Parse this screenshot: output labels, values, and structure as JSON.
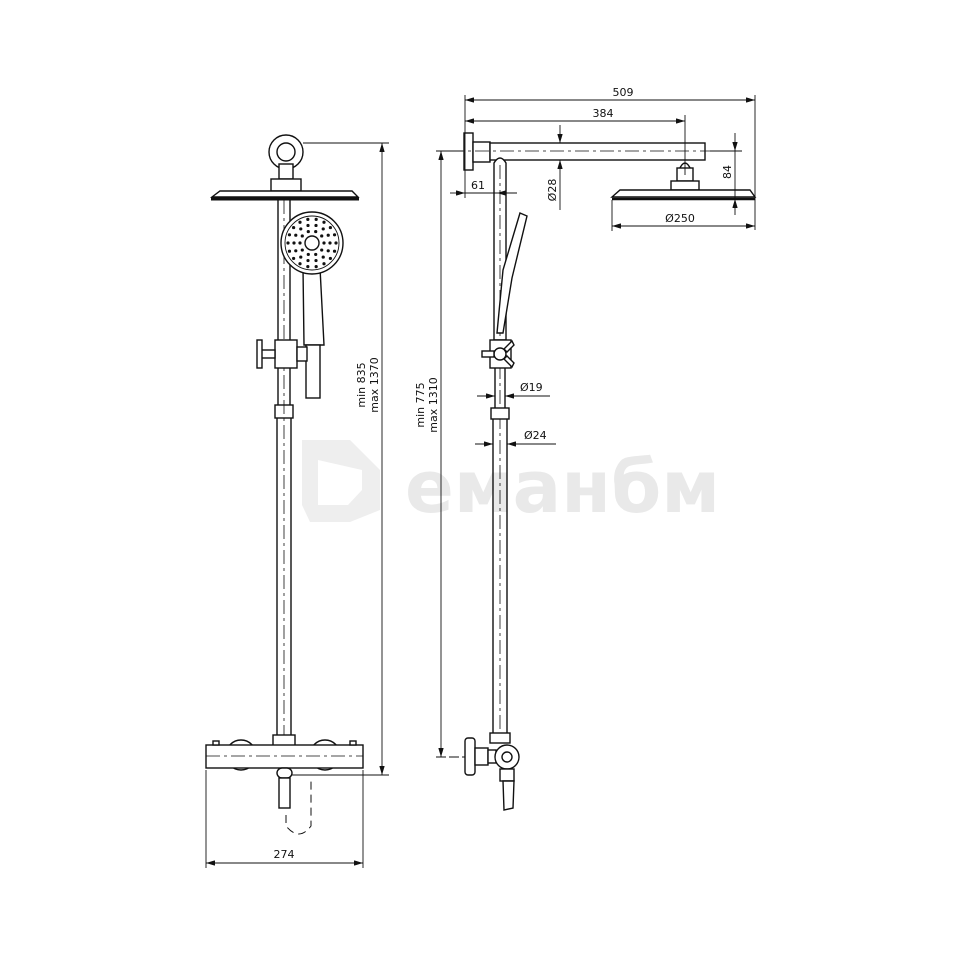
{
  "watermark": {
    "text": "еманбм",
    "color": "#e9e9e9"
  },
  "front_view": {
    "width": "274",
    "height_min": "min 835",
    "height_max": "max 1370"
  },
  "side_view": {
    "total_projection": "509",
    "arm_length": "384",
    "wall_offset": "61",
    "arm_diameter": "Ø28",
    "head_height": "84",
    "head_diameter": "Ø250",
    "rail_upper_diameter": "Ø19",
    "rail_lower_diameter": "Ø24",
    "height_min": "min 775",
    "height_max": "max 1310"
  }
}
